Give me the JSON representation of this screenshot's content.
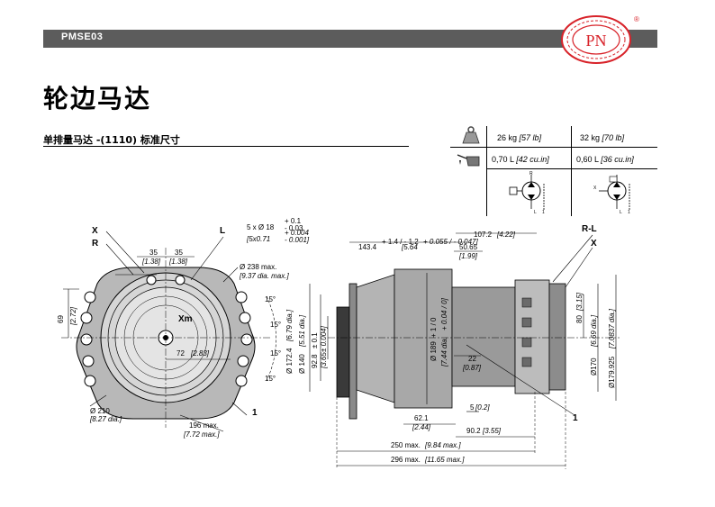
{
  "header": {
    "code": "PMSE03",
    "logo_text": "PN",
    "logo_mark": "®"
  },
  "title": "轮边马达",
  "subtitle": "单排量马达 -(1110) 标准尺寸",
  "spec_table": {
    "weight_icon": "weight-icon",
    "oil_icon": "oil-can-icon",
    "weights": [
      {
        "metric": "26 kg",
        "imperial": "[57 lb]"
      },
      {
        "metric": "32 kg",
        "imperial": "[70 lb]"
      }
    ],
    "volumes": [
      {
        "metric": "0,70 L",
        "imperial": "[42 cu.in]"
      },
      {
        "metric": "0,60 L",
        "imperial": "[36 cu.in]"
      }
    ],
    "schematic_ports": [
      "L",
      "1",
      "L",
      "1"
    ],
    "schematic_label": "R",
    "schematic_label_x": "X"
  },
  "drawing": {
    "front": {
      "label_x": "X",
      "label_r": "R",
      "label_l": "L",
      "label_xm": "Xm",
      "label_1": "1",
      "dim_35a": "35",
      "dim_35a_in": "[1.38]",
      "dim_35b": "35",
      "dim_35b_in": "[1.38]",
      "holes": "5 x Ø 18",
      "holes_tol_up": "+ 0.1",
      "holes_tol_dn": "- 0.03",
      "holes_in": "[5x0.71",
      "holes_in_up": "+ 0.004",
      "holes_in_dn": "- 0.001]",
      "d238": "Ø 238 max.",
      "d238_in": "[9.37 dia. max.]",
      "angle1": "15°",
      "angle2": "15°",
      "angle3": "15°",
      "angle4": "15°",
      "dim_69": "69",
      "dim_69_in": "[2.72]",
      "dim_72": "72",
      "dim_72_in": "[2.83]",
      "d210": "Ø 210",
      "d210_in": "[8.27 dia.]",
      "dim_196": "196 max.",
      "dim_196_in": "[7.72 max.]"
    },
    "side": {
      "label_rl": "R-L",
      "label_x": "X",
      "label_1": "1",
      "dim_1072": "107.2",
      "dim_1072_in": "[4.22]",
      "dim_1434": "143.4",
      "dim_1434_tol": "+ 1.4 / - 1.2",
      "dim_1434_in": "[5.64",
      "dim_1434_in_tol": "+ 0.055 / - 0.047]",
      "dim_5065": "50.65",
      "dim_5065_in": "[1.99]",
      "d140": "Ø 140",
      "d140_in": "[5.51 dia.]",
      "d1724": "Ø 172.4",
      "d1724_in": "[6.79 dia.]",
      "d928": "92.8",
      "d928_tol": "± 0.1",
      "d928_in": "[3.65",
      "d928_in_tol": "± 0.004]",
      "d189": "Ø 189",
      "d189_tol": "+ 1 / 0",
      "d189_in": "[7.44 dia.",
      "d189_in_tol": "+ 0.04 / 0]",
      "dim_22": "22",
      "dim_22_in": "[0.87]",
      "dim_80": "80",
      "dim_80_in": "[3.15]",
      "d170": "Ø170",
      "d170_in": "[6.69 dia.]",
      "d179": "Ø179.925",
      "d179_in": "[7.0837 dia.]",
      "dim_5": "5",
      "dim_5_in": "[0.2]",
      "dim_621": "62.1",
      "dim_621_in": "[2.44]",
      "dim_902": "90.2",
      "dim_902_in": "[3.55]",
      "dim_250": "250 max.",
      "dim_250_in": "[9.84 max.]",
      "dim_296": "296 max.",
      "dim_296_in": "[11.65 max.]"
    }
  }
}
